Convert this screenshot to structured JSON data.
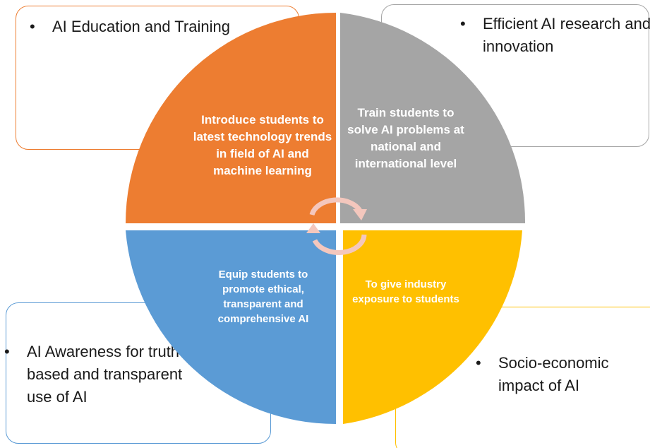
{
  "boxes": {
    "top_left": "AI Education and Training",
    "top_right": "Efficient AI research and innovation",
    "bottom_left": "AI Awareness for truth based and transparent use of AI",
    "bottom_right": "Socio-economic impact of AI"
  },
  "quadrants": {
    "top_left": "Introduce students to latest technology trends in field of AI and machine learning",
    "top_right": "Train students to solve AI problems at national and international level",
    "bottom_left": "Equip students to promote ethical, transparent and comprehensive AI",
    "bottom_right": "To give industry exposure to students"
  },
  "colors": {
    "orange": "#ED7D31",
    "gray": "#A5A5A5",
    "blue": "#5B9BD5",
    "gold": "#FFC000",
    "cycle_arrow": "#F4C7BD"
  },
  "icons": {
    "center": "cycle-arrows-icon"
  }
}
